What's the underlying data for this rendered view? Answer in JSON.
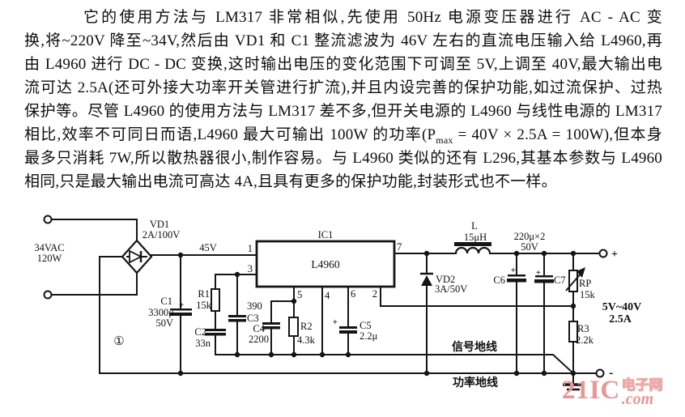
{
  "paragraph": {
    "line1": "它的使用方法与 LM317 非常相似,先使用 50Hz 电源变压器进行 AC - AC 变",
    "line2": "换,将~220V 降至~34V,然后由 VD1 和 C1 整流滤波为 46V 左右的直流电压输入给 L4960,再",
    "line3": "由 L4960 进行 DC - DC 变换,这时输出电压的变化范围下可调至 5V,上调至 40V,最大输出电",
    "line4": "流可达 2.5A(还可外接大功率开关管进行扩流),并且内设完善的保护功能,如过流保护、过热",
    "line5": "保护等。尽管 L4960 的使用方法与 LM317 差不多,但开关电源的 L4960 与线性电源的 LM317",
    "line6_pre": "相比,效率不可同日而语,L4960 最大可输出 100W 的功率(P",
    "line6_sub": "max",
    "line6_post": " = 40V × 2.5A = 100W),但本身",
    "line7": "最多只消耗 7W,所以散热器很小,制作容易。与 L4960 类似的还有 L296,其基本参数与 L4960",
    "line8": "相同,只是最大输出电流可高达 4A,且具有更多的保护功能,封装形式也不一样。"
  },
  "schematic": {
    "figure_number": "①",
    "input_voltage": "34VAC",
    "input_power": "120W",
    "vd1": "VD1",
    "vd1_rating": "2A/100V",
    "node_45v": "45V",
    "ic_ref": "IC1",
    "ic_part": "L4960",
    "pins": {
      "p1": "1",
      "p2": "2",
      "p3": "3",
      "p4": "4",
      "p5": "5",
      "p6": "6",
      "p7": "7"
    },
    "c1": "C1",
    "c1_value": "3300μ",
    "c1_voltage": "50V",
    "r1": "R1",
    "r1_value": "15k",
    "c2": "C2",
    "c2_value": "33n",
    "c3_value": "390",
    "c3": "C3",
    "c4": "C4",
    "c4_value": "2200",
    "r2": "R2",
    "r2_value": "4.3k",
    "c5": "C5",
    "c5_value": "2.2μ",
    "vd2": "VD2",
    "vd2_rating": "3A/50V",
    "l_name": "L",
    "l_value": "15μH",
    "cap_bank": "220μ×2",
    "cap_bank_voltage": "50V",
    "c6": "C6",
    "c7": "C7",
    "rp": "RP",
    "rp_value": "15k",
    "r3": "R3",
    "r3_value": "2.2k",
    "plus": "+",
    "terminal_plus": "+",
    "terminal_minus": "-",
    "output_range": "5V~40V",
    "output_current": "2.5A",
    "signal_ground": "信号地线",
    "power_ground": "功率地线"
  },
  "watermark": {
    "brand": "21IC",
    "suffix": ".com",
    "site": "电子网"
  }
}
